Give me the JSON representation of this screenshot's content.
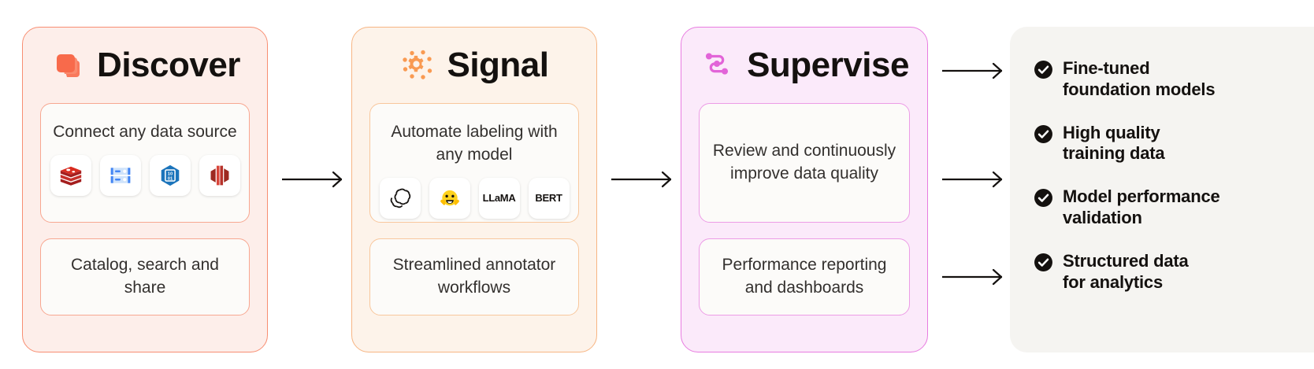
{
  "stages": [
    {
      "key": "discover",
      "title": "Discover",
      "icon": "stacked-squares-icon",
      "accent": "#f5603d",
      "cards": [
        {
          "text": "Connect any\ndata source",
          "logos": [
            {
              "name": "redis-logo",
              "label": ""
            },
            {
              "name": "database-server-logo",
              "label": ""
            },
            {
              "name": "azure-blob-storage-logo",
              "label": ""
            },
            {
              "name": "aws-redshift-logo",
              "label": ""
            }
          ]
        },
        {
          "text": "Catalog, search\nand share",
          "logos": []
        }
      ]
    },
    {
      "key": "signal",
      "title": "Signal",
      "icon": "gear-burst-icon",
      "accent": "#f79a4d",
      "cards": [
        {
          "text": "Automate labeling with\nany model",
          "logos": [
            {
              "name": "openai-logo",
              "label": ""
            },
            {
              "name": "huggingface-logo",
              "label": ""
            },
            {
              "name": "llama-logo",
              "label": "LLaMA"
            },
            {
              "name": "bert-logo",
              "label": "BERT"
            }
          ]
        },
        {
          "text": "Streamlined annotator\nworkflows",
          "logos": []
        }
      ]
    },
    {
      "key": "supervise",
      "title": "Supervise",
      "icon": "workflow-path-icon",
      "accent": "#e264d8",
      "cards": [
        {
          "text": "Review and continuously\nimprove data quality",
          "logos": []
        },
        {
          "text": "Performance reporting\nand dashboards",
          "logos": []
        }
      ]
    }
  ],
  "outcomes": {
    "items": [
      {
        "label": "Fine-tuned\nfoundation models"
      },
      {
        "label": "High quality\ntraining data"
      },
      {
        "label": "Model performance\nvalidation"
      },
      {
        "label": "Structured data\nfor analytics"
      }
    ]
  },
  "arrows": [
    {
      "name": "arrow-discover-to-signal"
    },
    {
      "name": "arrow-signal-to-supervise"
    },
    {
      "name": "arrow-supervise-to-outcome-1"
    },
    {
      "name": "arrow-supervise-to-outcome-2"
    },
    {
      "name": "arrow-supervise-to-outcome-3"
    }
  ],
  "colors": {
    "discover": "#f5603d",
    "signal": "#f79a4d",
    "supervise": "#e264d8",
    "text": "#14110f",
    "outcome_panel": "#f5f4f1"
  }
}
